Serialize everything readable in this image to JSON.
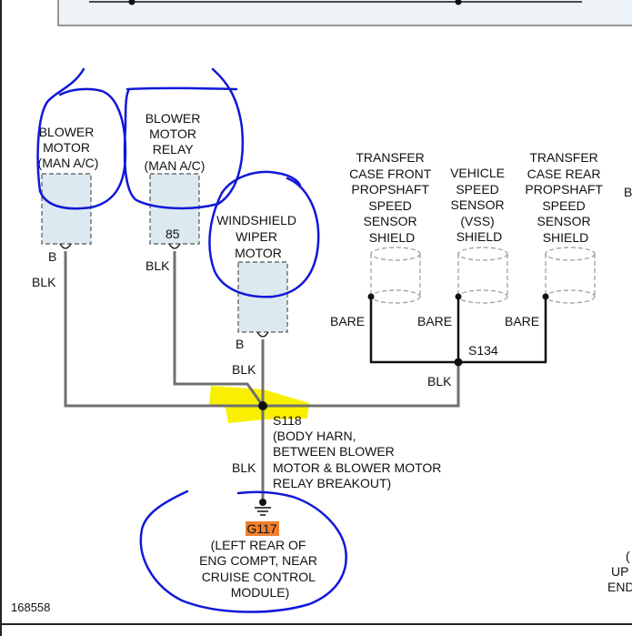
{
  "components": {
    "blower_motor": {
      "lines": [
        "BLOWER",
        "MOTOR",
        "(MAN A/C)"
      ],
      "pin": "B",
      "wire": "BLK"
    },
    "blower_motor_relay": {
      "lines": [
        "BLOWER",
        "MOTOR",
        "RELAY",
        "(MAN A/C)"
      ],
      "pin": "85",
      "wire": "BLK"
    },
    "windshield_wiper_motor": {
      "lines": [
        "WINDSHIELD",
        "WIPER",
        "MOTOR"
      ],
      "pin": "B",
      "wire": "BLK"
    },
    "transfer_case_front_sensor": {
      "lines": [
        "TRANSFER",
        "CASE FRONT",
        "PROPSHAFT",
        "SPEED",
        "SENSOR",
        "SHIELD"
      ],
      "wire": "BARE"
    },
    "vehicle_speed_sensor": {
      "lines": [
        "VEHICLE",
        "SPEED",
        "SENSOR",
        "(VSS)",
        "SHIELD"
      ],
      "wire": "BARE"
    },
    "transfer_case_rear_sensor": {
      "lines": [
        "TRANSFER",
        "CASE REAR",
        "PROPSHAFT",
        "SPEED",
        "SENSOR",
        "SHIELD"
      ],
      "wire": "BARE"
    }
  },
  "splices": {
    "s134": {
      "id": "S134",
      "wire": "BLK"
    },
    "s118": {
      "id": "S118",
      "desc": [
        "(BODY HARN,",
        "BETWEEN BLOWER",
        "MOTOR & BLOWER MOTOR",
        "RELAY BREAKOUT)"
      ],
      "wire": "BLK"
    }
  },
  "ground": {
    "id": "G117",
    "desc": [
      "(LEFT REAR OF",
      "ENG COMPT, NEAR",
      "CRUISE CONTROL",
      "MODULE)"
    ],
    "badge_color": "#f08030"
  },
  "right_edge_fragments": {
    "b": "B",
    "l1": "(",
    "l2": "UP",
    "l3": "END"
  },
  "highlight_color": "#f8f000",
  "annotation_color": "#1018d8",
  "diagram_id": "168558"
}
